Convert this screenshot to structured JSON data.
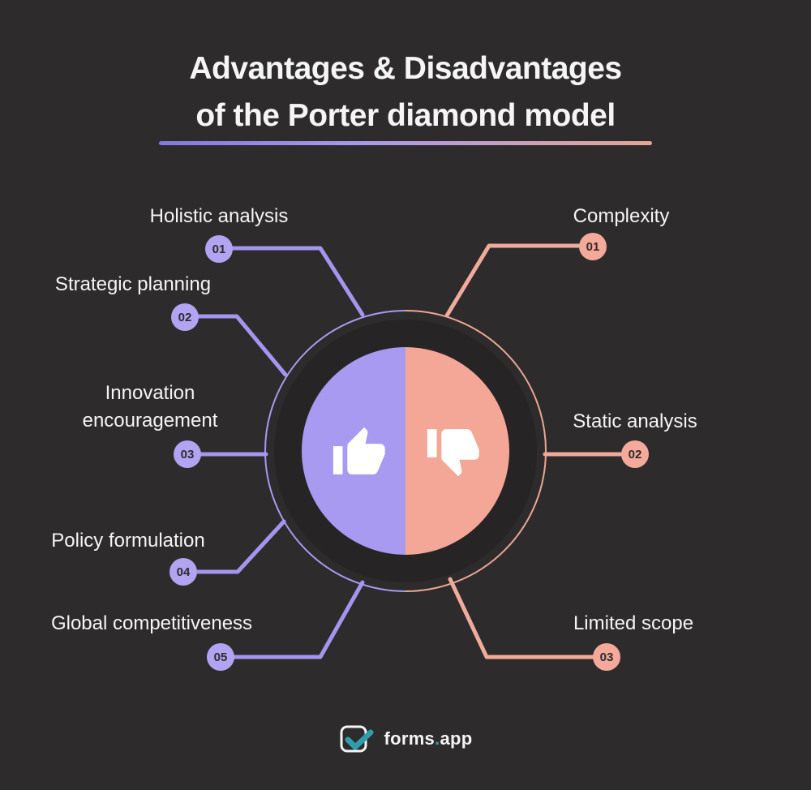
{
  "title": {
    "line1": "Advantages & Disadvantages",
    "line2": "of the Porter diamond model"
  },
  "advantages": [
    {
      "number": "01",
      "label": "Holistic analysis"
    },
    {
      "number": "02",
      "label": "Strategic planning"
    },
    {
      "number": "03",
      "label": "Innovation encouragement"
    },
    {
      "number": "04",
      "label": "Policy formulation"
    },
    {
      "number": "05",
      "label": "Global competitiveness"
    }
  ],
  "disadvantages": [
    {
      "number": "01",
      "label": "Complexity"
    },
    {
      "number": "02",
      "label": "Static analysis"
    },
    {
      "number": "03",
      "label": "Limited scope"
    }
  ],
  "center": {
    "left_icon": "thumbs-up-icon",
    "right_icon": "thumbs-down-icon"
  },
  "footer": {
    "brand_forms": "forms",
    "brand_dot": ".",
    "brand_app": "app"
  },
  "colors": {
    "background": "#2d2b2b",
    "inner_disc": "#262424",
    "advantage_purple": "#a89af0",
    "advantage_line": "#a396ee",
    "disadvantage_salmon": "#f4a796",
    "disadvantage_line": "#f0ab9b",
    "badge_text": "#2d2b2b",
    "text_white": "#f6f5f5",
    "logo_teal": "#2f9daa"
  }
}
